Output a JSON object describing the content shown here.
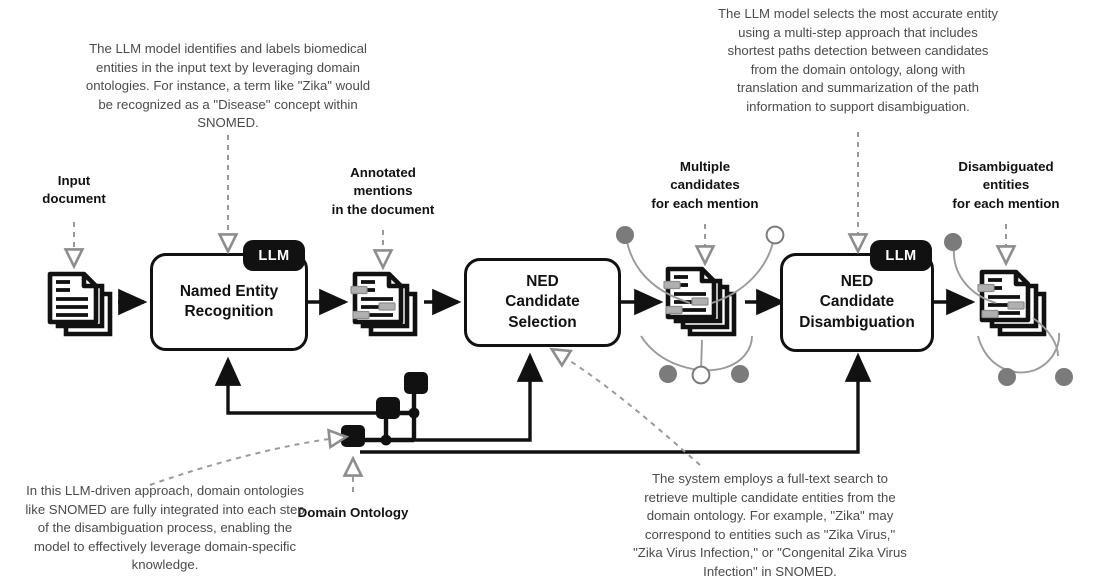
{
  "diagram": {
    "title_absent": true,
    "colors": {
      "ink": "#111111",
      "note_text": "#4b4b4b",
      "dashed_connector": "#8d8d8d",
      "badge_bg": "#111111",
      "badge_text": "#ffffff",
      "candidate_dot_filled": "#7b7b7b",
      "candidate_dot_hollow": "#ffffff",
      "highlight_mark": "#b5b5b5",
      "canvas": "#ffffff"
    }
  },
  "notes": {
    "ner": "The LLM model identifies and labels biomedical\nentities in the input text by leveraging domain\nontologies. For instance, a term like \"Zika\" would\nbe recognized as a \"Disease\" concept within\nSNOMED.",
    "disambiguation": "The LLM model selects the most accurate entity\nusing a multi-step approach that includes\nshortest paths detection between candidates\nfrom the domain ontology, along with\ntranslation and summarization of the path\ninformation to support disambiguation.",
    "ontology_integration": "In this LLM-driven approach, domain ontologies\nlike SNOMED are fully integrated into each step\nof the disambiguation process, enabling the\nmodel to effectively leverage domain-specific\nknowledge.",
    "candidate_search": "The system employs a full-text search to\nretrieve multiple candidate entities from the\ndomain ontology. For example, \"Zika\" may\ncorrespond to entities such as \"Zika Virus,\"\n\"Zika Virus Infection,\" or \"Congenital Zika Virus\nInfection\" in SNOMED."
  },
  "captions": {
    "input_document": "Input\ndocument",
    "annotated_mentions": "Annotated\nmentions\nin the document",
    "multiple_candidates": "Multiple\ncandidates\nfor each mention",
    "disambiguated_entities": "Disambiguated\nentities\nfor each mention",
    "domain_ontology": "Domain Ontology"
  },
  "stages": [
    {
      "id": "ner",
      "label": "Named Entity\nRecognition",
      "badge": "LLM",
      "has_badge": true
    },
    {
      "id": "ncs",
      "label": "NED\nCandidate\nSelection",
      "badge": "",
      "has_badge": false
    },
    {
      "id": "ncd",
      "label": "NED\nCandidate\nDisambiguation",
      "badge": "LLM",
      "has_badge": true
    }
  ],
  "icons": {
    "input_doc": "document-stack-icon",
    "annotated_doc": "annotated-document-stack-icon",
    "candidate_doc": "candidate-document-stack-icon",
    "disambiguated_doc": "disambiguated-document-stack-icon",
    "ontology": "ontology-graph-icon",
    "arrow": "solid-arrow-icon",
    "dashed_arrow": "dashed-pointer-icon"
  }
}
